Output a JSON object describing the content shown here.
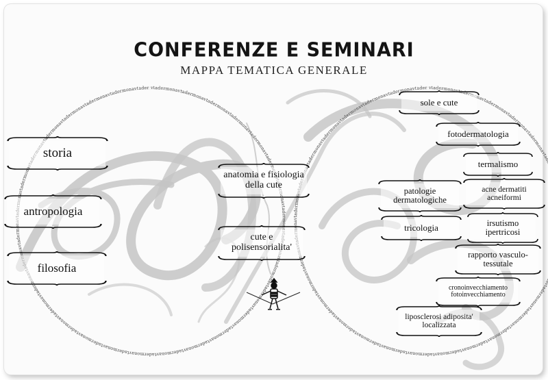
{
  "header": {
    "title": "CONFERENZE E SEMINARI",
    "subtitle": "MAPPA TEMATICA GENERALE"
  },
  "circles": {
    "border_text": "vtadermona"
  },
  "left_nodes": [
    {
      "id": "storia",
      "label": "storia"
    },
    {
      "id": "antropologia",
      "label": "antropologia"
    },
    {
      "id": "filosofia",
      "label": "filosofia"
    }
  ],
  "center_nodes": [
    {
      "id": "anatomia",
      "label": "anatomia e fisiologia della cute"
    },
    {
      "id": "cute-polisensorialita",
      "label": "cute e polisensorialita'"
    }
  ],
  "right_nodes": [
    {
      "id": "sole-cute",
      "label": "sole e cute"
    },
    {
      "id": "fotodermatologia",
      "label": "fotodermatologia"
    },
    {
      "id": "termalismo",
      "label": "termalismo"
    },
    {
      "id": "patologie",
      "label": "patologie dermatologiche"
    },
    {
      "id": "acne",
      "label": "acne dermatiti acneiformi"
    },
    {
      "id": "tricologia",
      "label": "tricologia"
    },
    {
      "id": "irsutismo",
      "label": "irsutismo ipertricosi"
    },
    {
      "id": "rapporto",
      "label": "rapporto vasculo-tessutale"
    },
    {
      "id": "cronoinvecchiamento",
      "label": "cronoinvecchiamento fotoinvecchiamento"
    },
    {
      "id": "liposclerosi",
      "label": "liposclerosi adiposita' localizzata"
    }
  ],
  "colors": {
    "ink": "#111111",
    "swirl": "#bdbdbd",
    "background": "#fbfbfb"
  }
}
